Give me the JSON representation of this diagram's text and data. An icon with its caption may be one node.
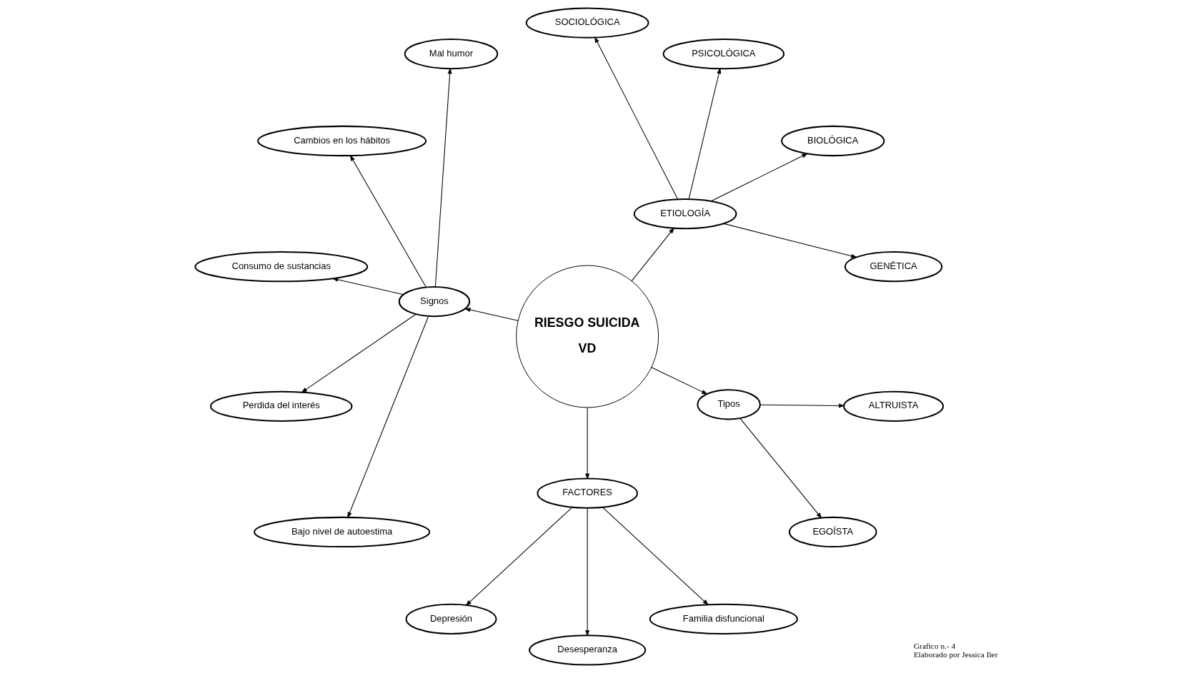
{
  "diagram": {
    "nodes": [
      {
        "text": [
          "RIESGO SUICIDA",
          "VD"
        ]
      },
      {
        "text": [
          "ETIOLOGÍA"
        ]
      },
      {
        "text": [
          "GENÉTICA"
        ]
      },
      {
        "text": [
          "BIOLÓGICA"
        ]
      },
      {
        "text": [
          "PSICOLÓGICA"
        ]
      },
      {
        "text": [
          "SOCIOLÓGICA"
        ]
      },
      {
        "text": [
          "Signos"
        ]
      },
      {
        "text": [
          "Mal humor"
        ]
      },
      {
        "text": [
          "Cambios en los hábitos"
        ]
      },
      {
        "text": [
          "Consumo de sustancias"
        ]
      },
      {
        "text": [
          "Perdida del interés"
        ]
      },
      {
        "text": [
          "Bajo nivel de autoestima"
        ]
      },
      {
        "text": [
          "FACTORES"
        ]
      },
      {
        "text": [
          "Depresión"
        ]
      },
      {
        "text": [
          "Desesperanza"
        ]
      },
      {
        "text": [
          "Familia disfuncional"
        ]
      },
      {
        "text": [
          "Tipos"
        ]
      },
      {
        "text": [
          "EGOÍSTA"
        ]
      },
      {
        "text": [
          "ALTRUISTA"
        ]
      }
    ],
    "edges": [
      {
        "from": 0,
        "to": 1,
        "arrow": "to"
      },
      {
        "from": 1,
        "to": 2,
        "arrow": "to"
      },
      {
        "from": 1,
        "to": 3,
        "arrow": "to"
      },
      {
        "from": 1,
        "to": 4,
        "arrow": "to"
      },
      {
        "from": 1,
        "to": 5,
        "arrow": "to"
      },
      {
        "from": 0,
        "to": 6,
        "arrow": "to"
      },
      {
        "from": 6,
        "to": 7,
        "arrow": "to"
      },
      {
        "from": 6,
        "to": 8,
        "arrow": "to"
      },
      {
        "from": 6,
        "to": 9,
        "arrow": "to"
      },
      {
        "from": 6,
        "to": 10,
        "arrow": "to"
      },
      {
        "from": 6,
        "to": 11,
        "arrow": "to"
      },
      {
        "from": 0,
        "to": 12,
        "arrow": "to"
      },
      {
        "from": 12,
        "to": 13,
        "arrow": "to"
      },
      {
        "from": 12,
        "to": 14,
        "arrow": "to"
      },
      {
        "from": 12,
        "to": 15,
        "arrow": "to"
      },
      {
        "from": 0,
        "to": 16,
        "arrow": "to"
      },
      {
        "from": 16,
        "to": 17,
        "arrow": "to"
      },
      {
        "from": 16,
        "to": 18,
        "arrow": "to"
      }
    ],
    "labels": [
      "Grafico n.- 4",
      "Elaborado por Jessica Iler"
    ]
  }
}
